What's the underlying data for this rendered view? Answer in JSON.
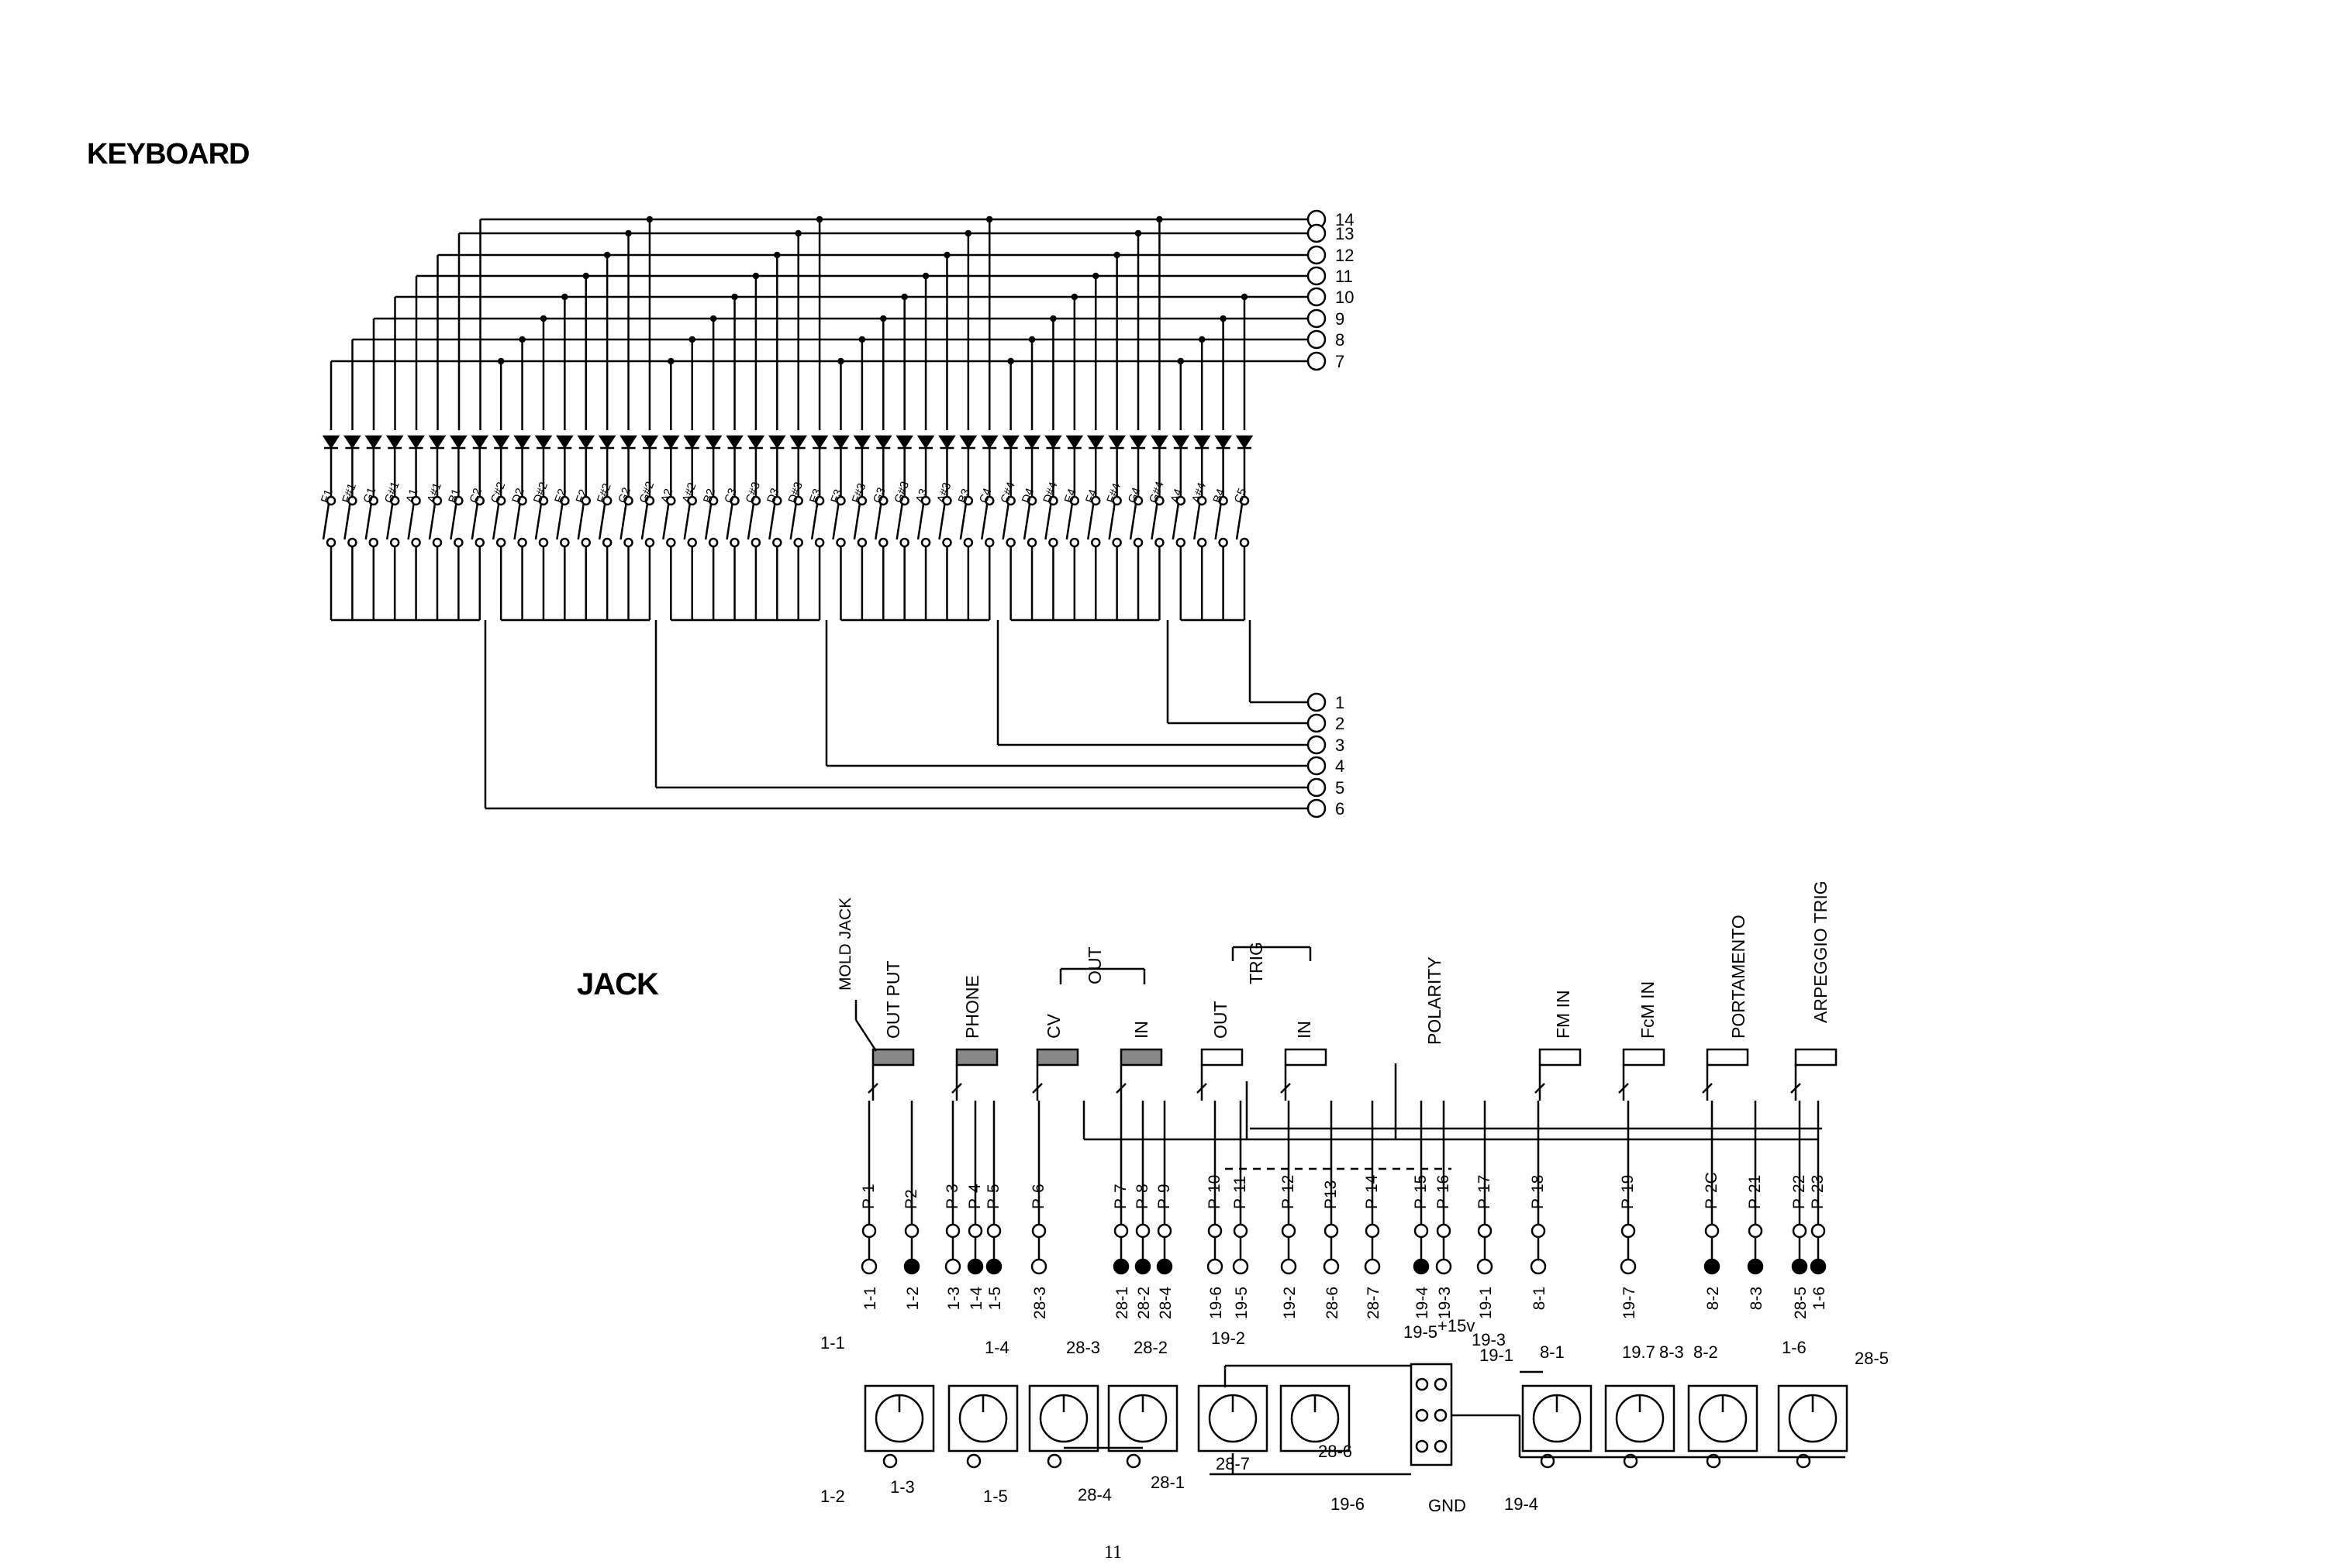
{
  "keyboard": {
    "title": "KEYBOARD",
    "terminals_top": [
      "14",
      "13",
      "12",
      "11",
      "10",
      "9",
      "8",
      "7"
    ],
    "terminals_bottom": [
      "1",
      "2",
      "3",
      "4",
      "5",
      "6"
    ],
    "keys": [
      "F1",
      "F#1",
      "G1",
      "G#1",
      "A1",
      "A#1",
      "B1",
      "C2",
      "C#2",
      "D2",
      "D#2",
      "E2",
      "F2",
      "F#2",
      "G2",
      "G#2",
      "A2",
      "A#2",
      "B2",
      "C3",
      "C#3",
      "D3",
      "D#3",
      "E3",
      "F3",
      "F#3",
      "G3",
      "G#3",
      "A3",
      "A#3",
      "B3",
      "C4",
      "C#4",
      "D4",
      "D#4",
      "E4",
      "F4",
      "F#4",
      "G4",
      "G#4",
      "A4",
      "A#4",
      "B4",
      "C5"
    ]
  },
  "jack": {
    "title": "JACK",
    "mold_jack": "MOLD JACK",
    "group_labels": [
      "OUT PUT",
      "PHONE",
      "CV",
      "OUT",
      "IN",
      "TRIG",
      "OUT",
      "IN",
      "POLARITY",
      "FM IN",
      "FcM IN",
      "PORTAMENTO",
      "ARPEGGIO TRIG"
    ],
    "pins": [
      "P-1",
      "P2",
      "P-3",
      "P-4",
      "P-5",
      "P-6",
      "P-7",
      "P-8",
      "P-9",
      "P-10",
      "P-11",
      "P-12",
      "P13",
      "P-14",
      "P-15",
      "P-16",
      "P-17",
      "P-18",
      "P-19",
      "P-2C",
      "P-21",
      "P-22",
      "P-23"
    ],
    "wires": [
      "1-1",
      "1-2",
      "1-3",
      "1-4",
      "1-5",
      "28-3",
      "28-1",
      "28-2",
      "28-4",
      "19-6",
      "19-5",
      "19-2",
      "28-6",
      "28-7",
      "19-4",
      "19-3",
      "19-1",
      "8-1",
      "19-7",
      "8-2",
      "8-3",
      "28-5",
      "1-6"
    ],
    "layout_labels": [
      "1-1",
      "1-4",
      "28-3",
      "28-2",
      "19-2",
      "19-5",
      "+15v",
      "19-3",
      "19-1",
      "8-1",
      "19.7",
      "8-3",
      "8-2",
      "1-6",
      "28-5",
      "1-2",
      "1-3",
      "1-5",
      "28-4",
      "28-1",
      "28-7",
      "28-6",
      "19-6",
      "GND",
      "19-4"
    ]
  },
  "page_number": "11"
}
